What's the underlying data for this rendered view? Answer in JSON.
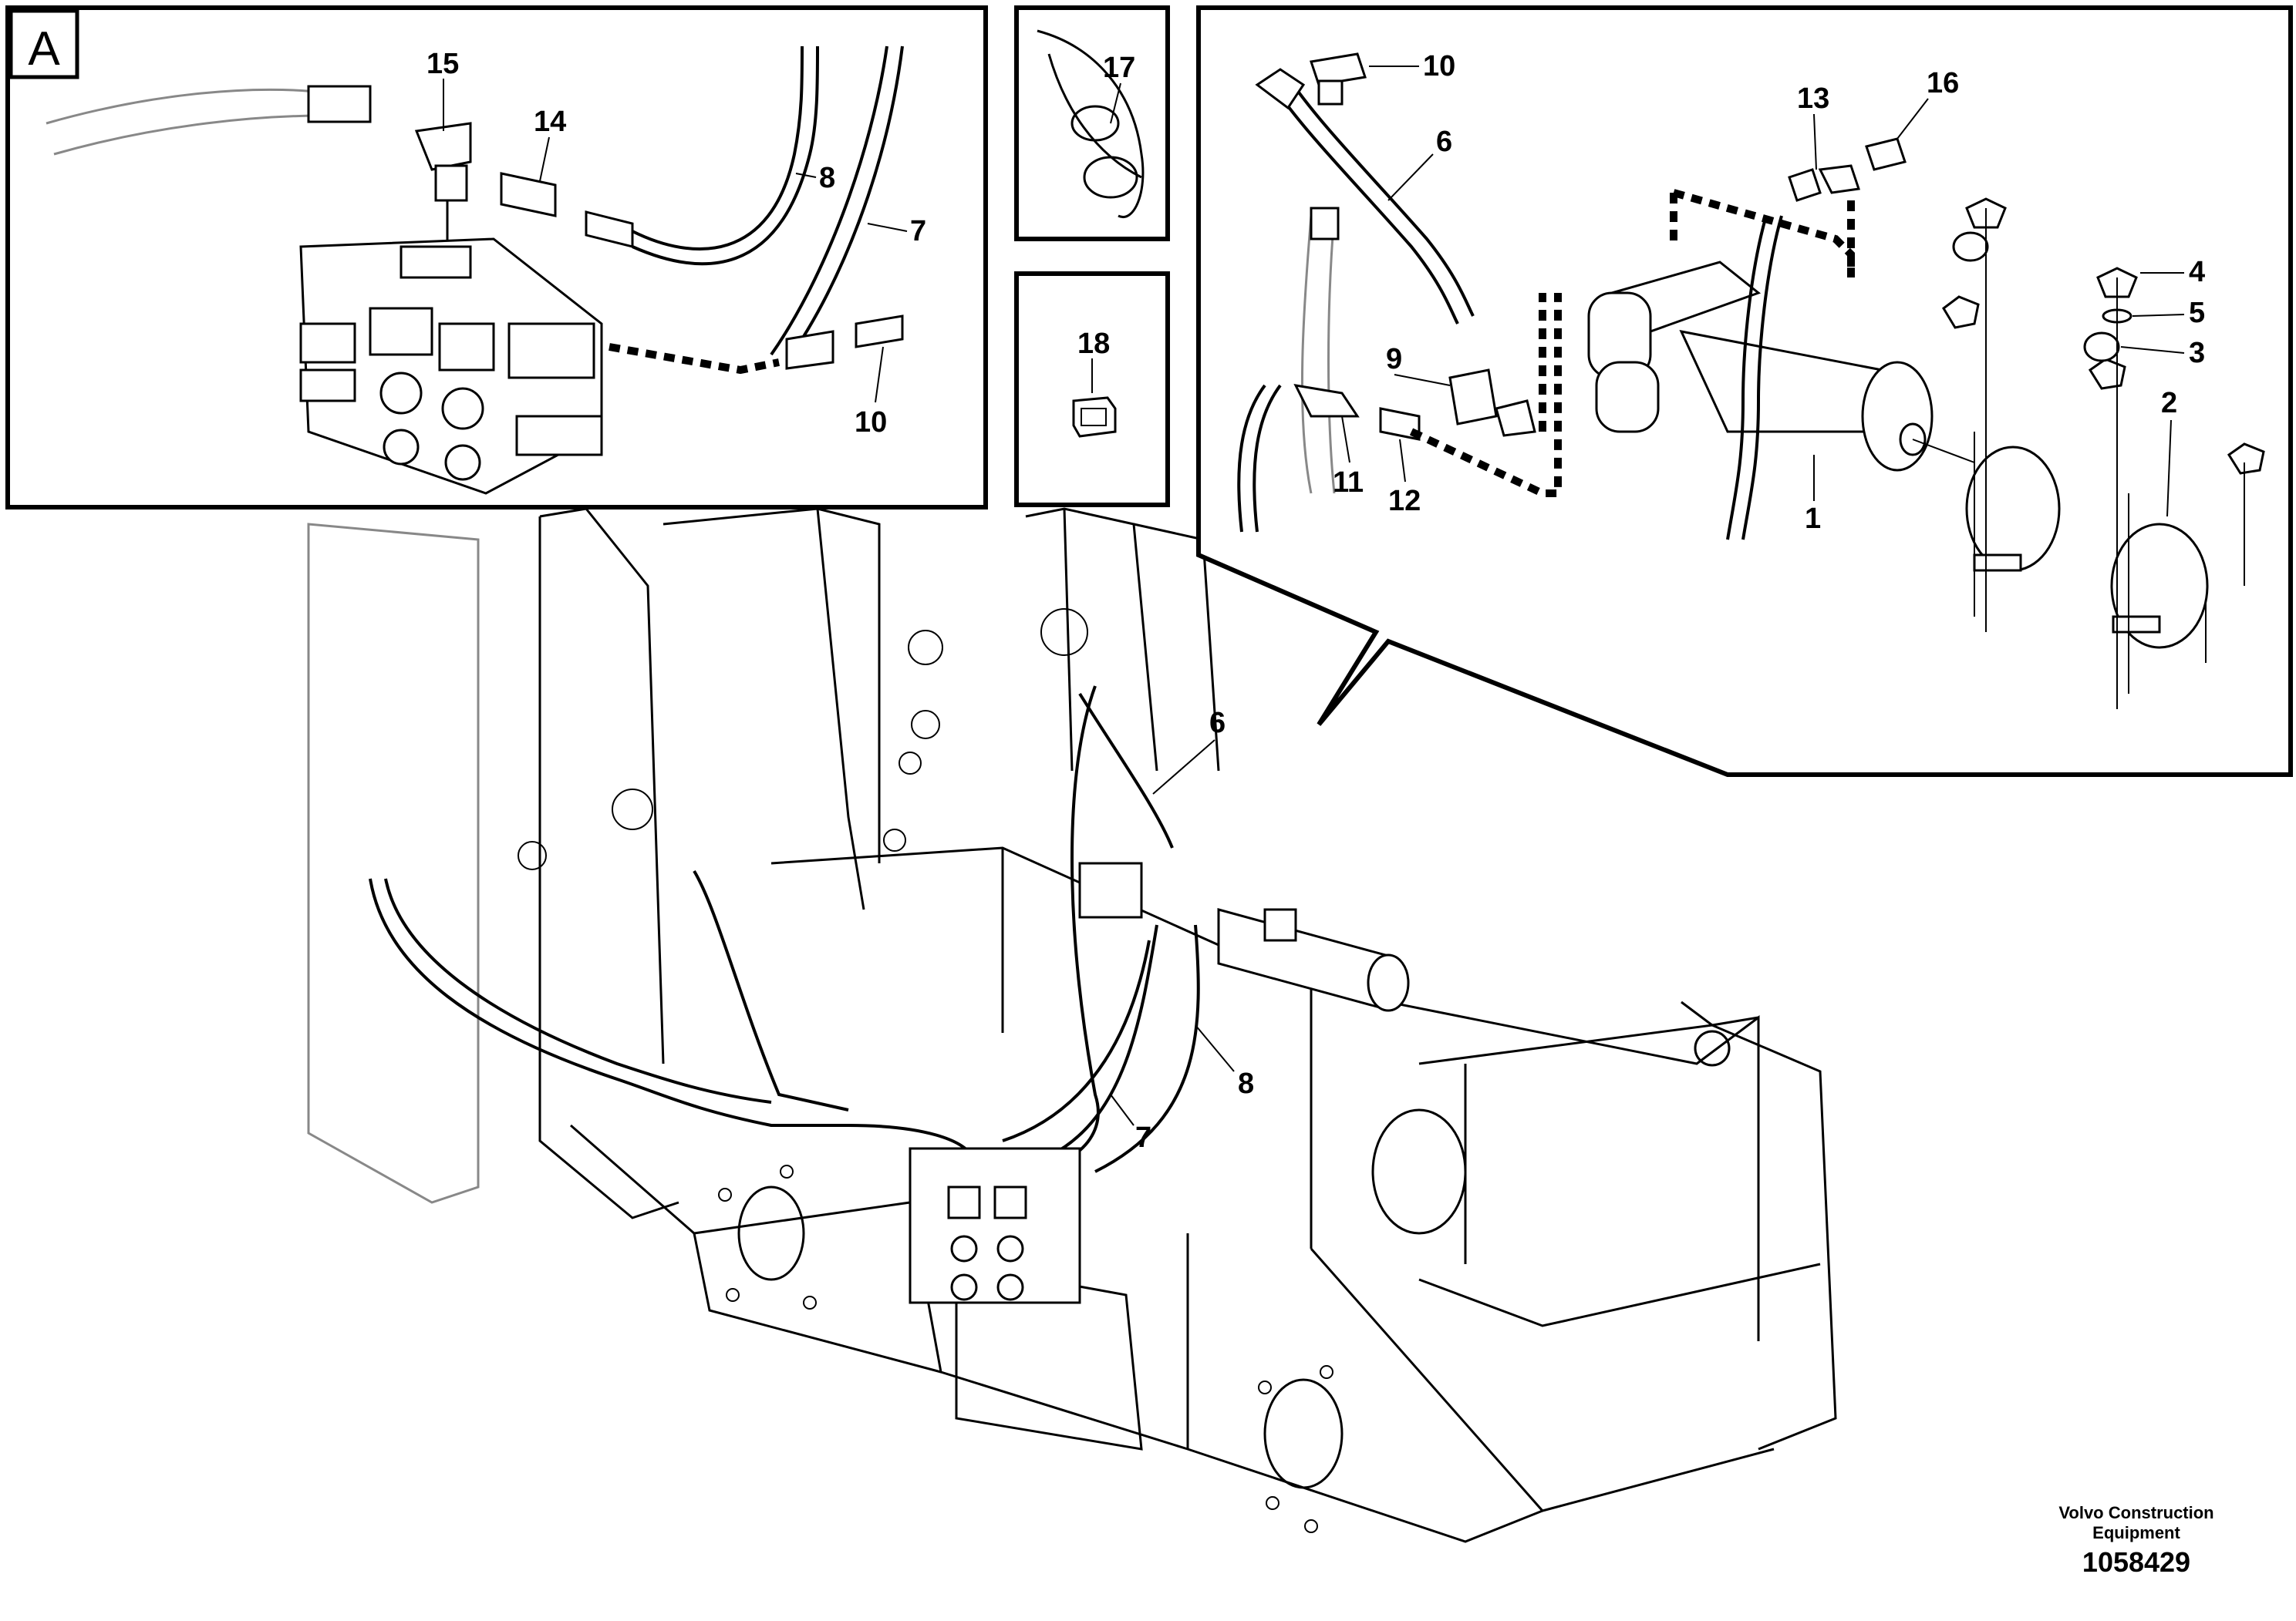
{
  "panel_a": {
    "tag": "A",
    "callouts": [
      "15",
      "14",
      "8",
      "7",
      "10"
    ]
  },
  "panel_17": {
    "callouts": [
      "17"
    ]
  },
  "panel_18": {
    "callouts": [
      "18"
    ]
  },
  "panel_detail": {
    "callouts": [
      "10",
      "6",
      "13",
      "16",
      "4",
      "5",
      "3",
      "2",
      "9",
      "11",
      "12",
      "1"
    ]
  },
  "main_view": {
    "callouts": [
      "6",
      "8",
      "7"
    ]
  },
  "credit": {
    "organization": "Volvo Construction\nEquipment",
    "drawing_number": "1058429"
  }
}
